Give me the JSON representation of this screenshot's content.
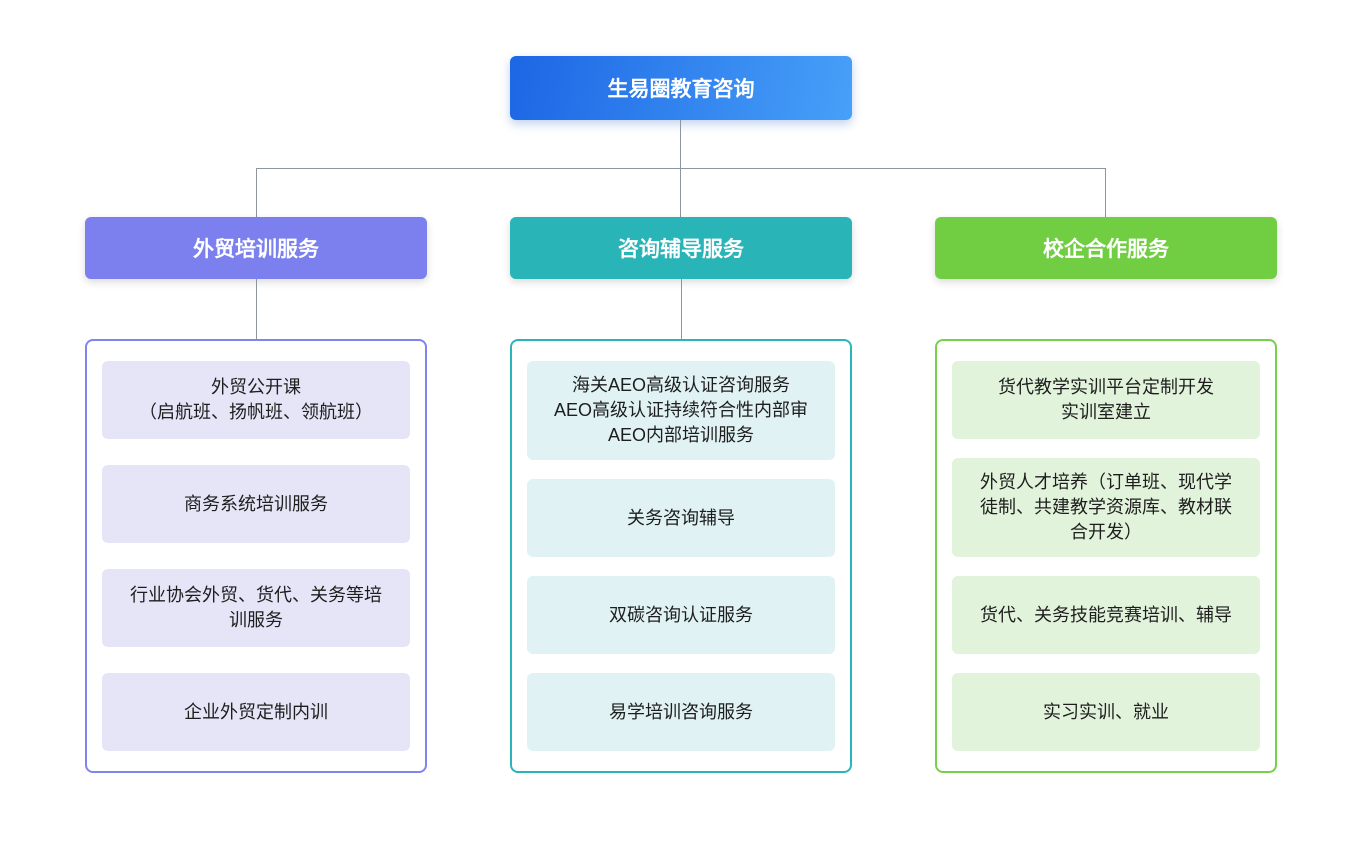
{
  "root": {
    "label": "生易圈教育咨询"
  },
  "branches": [
    {
      "label": "外贸培训服务",
      "items": [
        "外贸公开课\n（启航班、扬帆班、领航班）",
        "商务系统培训服务",
        "行业协会外贸、货代、关务等培训服务",
        "企业外贸定制内训"
      ]
    },
    {
      "label": "咨询辅导服务",
      "items": [
        "海关AEO高级认证咨询服务\nAEO高级认证持续符合性内部审\nAEO内部培训服务",
        "关务咨询辅导",
        "双碳咨询认证服务",
        "易学培训咨询服务"
      ]
    },
    {
      "label": "校企合作服务",
      "items": [
        "货代教学实训平台定制开发\n实训室建立",
        "外贸人才培养（订单班、现代学徒制、共建教学资源库、教材联合开发）",
        "货代、关务技能竞赛培训、辅导",
        "实习实训、就业"
      ]
    }
  ],
  "colors": {
    "root-grad-start": "#1d66e5",
    "root-grad-end": "#47a0f8",
    "branch1-header": "#7b80ee",
    "branch1-border": "#7f84f1",
    "branch1-item-bg": "#e6e4f7",
    "branch2-header": "#29b4b8",
    "branch2-border": "#2ab5b9",
    "branch2-item-bg": "#e0f2f4",
    "branch3-header": "#71ce43",
    "branch3-border": "#77d04b",
    "branch3-item-bg": "#e2f3dc",
    "connector": "#8d959e",
    "node-text": "#1e1e1e",
    "header-text": "#ffffff"
  }
}
